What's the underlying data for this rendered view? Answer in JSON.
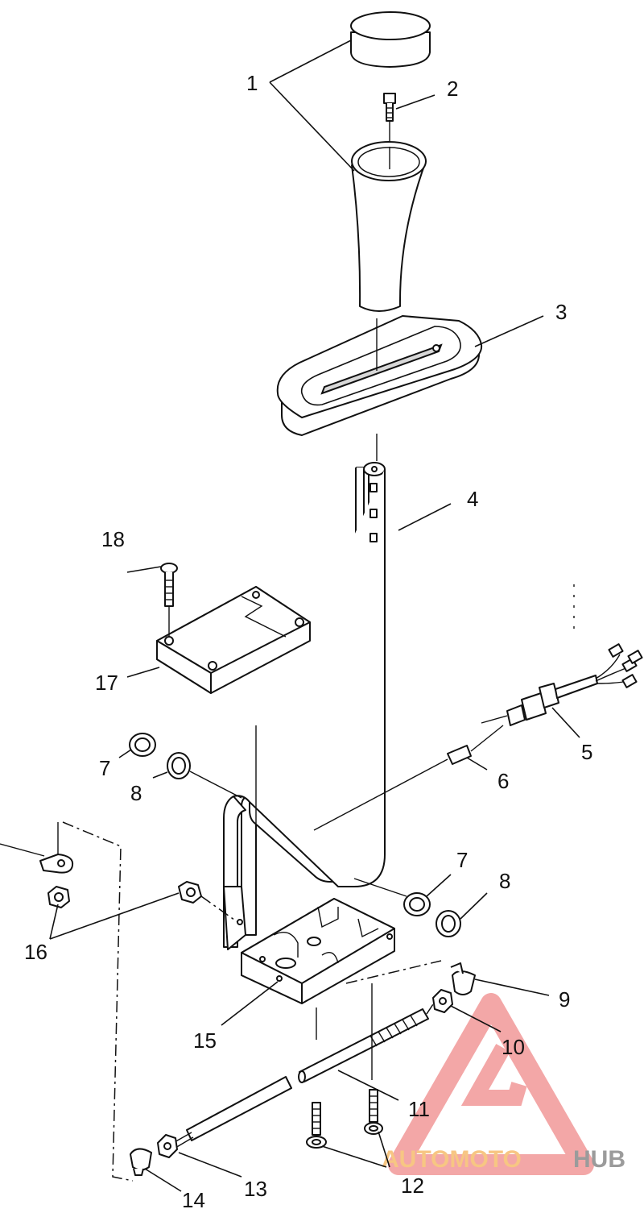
{
  "diagram": {
    "callouts": [
      {
        "id": "c1",
        "label": "1"
      },
      {
        "id": "c2",
        "label": "2"
      },
      {
        "id": "c3",
        "label": "3"
      },
      {
        "id": "c4",
        "label": "4"
      },
      {
        "id": "c5",
        "label": "5"
      },
      {
        "id": "c6",
        "label": "6"
      },
      {
        "id": "c7a",
        "label": "7"
      },
      {
        "id": "c7b",
        "label": "7"
      },
      {
        "id": "c8a",
        "label": "8"
      },
      {
        "id": "c8b",
        "label": "8"
      },
      {
        "id": "c9",
        "label": "9"
      },
      {
        "id": "c10",
        "label": "10"
      },
      {
        "id": "c11",
        "label": "11"
      },
      {
        "id": "c12",
        "label": "12"
      },
      {
        "id": "c13",
        "label": "13"
      },
      {
        "id": "c14",
        "label": "14"
      },
      {
        "id": "c15",
        "label": "15"
      },
      {
        "id": "c16",
        "label": "16"
      },
      {
        "id": "c17",
        "label": "17"
      },
      {
        "id": "c18",
        "label": "18"
      }
    ]
  },
  "watermark": {
    "word_part1": "AUTOMOTO",
    "word_part2": "HUB",
    "colors": {
      "primary": "#f08a8a",
      "secondary": "#f5b35a",
      "dark": "#7a7a7a"
    }
  }
}
